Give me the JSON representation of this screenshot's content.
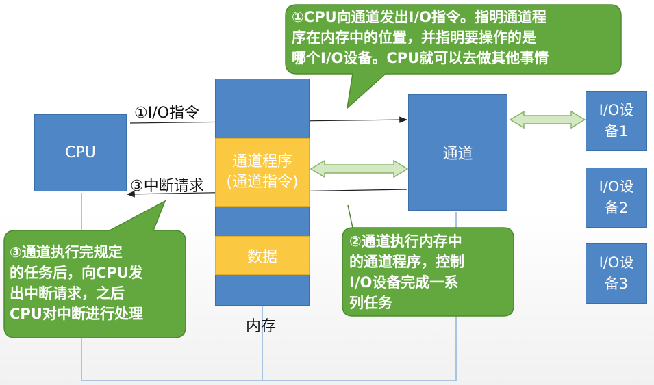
{
  "cpu": {
    "label": "CPU"
  },
  "channel": {
    "label": "通道"
  },
  "memory": {
    "label": "内存",
    "channel_program": "通道程序\n(通道指令)",
    "data": "数据"
  },
  "devices": [
    {
      "label": "I/O设\n备1"
    },
    {
      "label": "I/O设\n备2"
    },
    {
      "label": "I/O设\n备3"
    }
  ],
  "arrows": {
    "io_instruction": "①I/O指令",
    "interrupt_request": "③中断请求"
  },
  "callouts": {
    "step1": "①CPU向通道发出I/O指令。指明通道程\n序在内存中的位置，并指明要操作的是\n哪个I/O设备。CPU就可以去做其他事情",
    "step2": "②通道执行内存中\n的通道程序，控制\nI/O设备完成一系\n列任务",
    "step3": "③通道执行完规定\n的任务后，向CPU发\n出中断请求，之后\nCPU对中断进行处理"
  },
  "colors": {
    "box_blue": "#4f86c6",
    "memory_yellow": "#fbc842",
    "callout_green": "#62a83e",
    "double_arrow_fill": "#d5e8c4",
    "double_arrow_stroke": "#8ab26a",
    "bus_line": "#a8c4e0"
  }
}
